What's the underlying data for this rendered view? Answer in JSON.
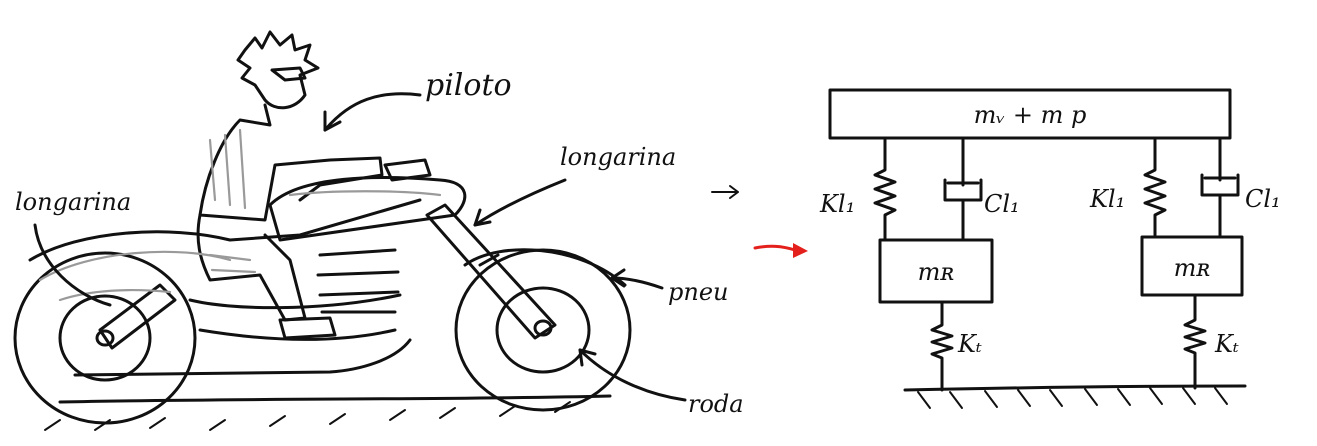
{
  "labels": {
    "piloto": "piloto",
    "longarina_front": "longarina",
    "longarina_rear": "longarina",
    "pneu": "pneu",
    "roda": "roda"
  },
  "model": {
    "body_mass": "mᵥ  + m p",
    "left_unsprung_mass": "mʀ",
    "right_unsprung_mass": "mʀ",
    "left_spring": "Kl₁",
    "left_damper": "Cl₁",
    "right_spring": "Kl₁",
    "right_damper": "Cl₁",
    "left_tire": "Kₜ",
    "right_tire": "Kₜ"
  },
  "colors": {
    "ink": "#111111",
    "accent_arrow": "#e3201b"
  },
  "icons": {
    "motorcycle": "motorcycle-sketch-icon",
    "rider": "rider-sketch-icon",
    "transition_arrow": "red-arrow-icon"
  }
}
